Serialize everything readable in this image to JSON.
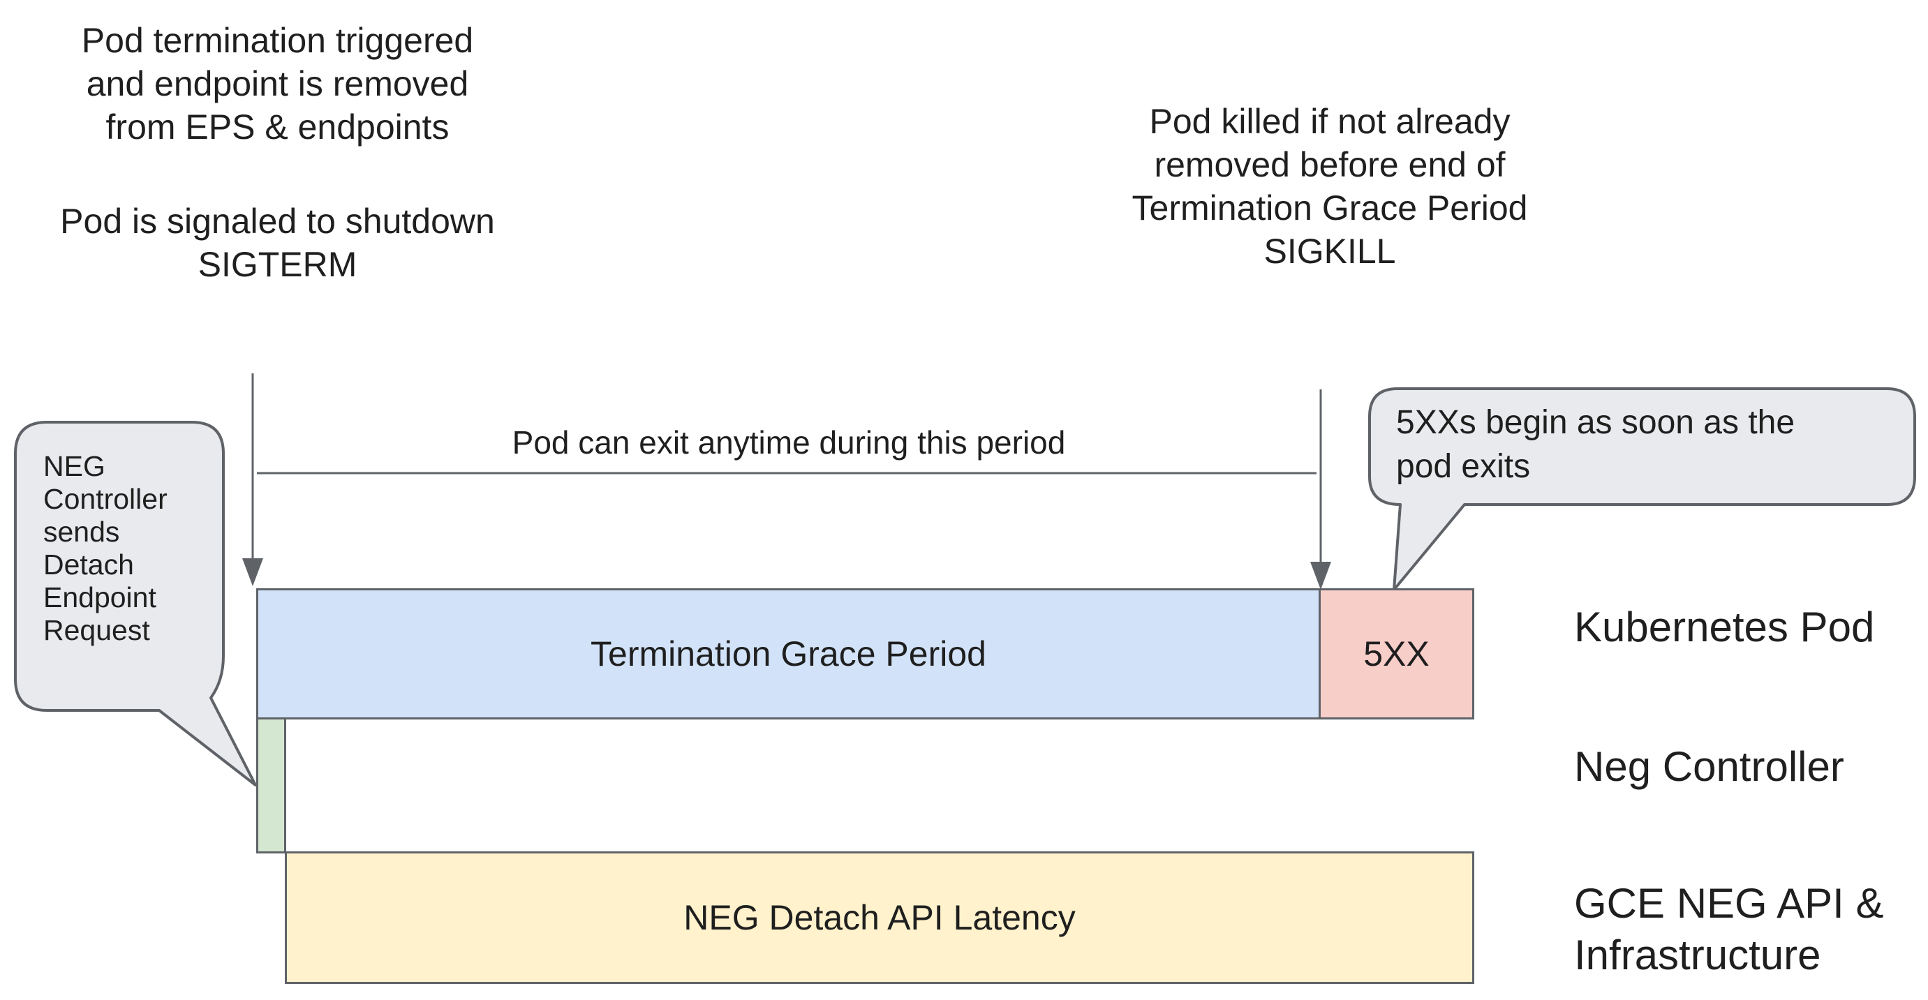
{
  "colors": {
    "grace_period_bar": "#d2e3f9",
    "error_bar": "#f8cec9",
    "detach_request_bar": "#d4e8d1",
    "detach_latency_bar": "#fff2cc",
    "callout_fill": "#e9eaee",
    "stroke": "#5f6368",
    "text": "#1f1f1f"
  },
  "notes": {
    "termination_triggered": "Pod termination triggered\nand endpoint is removed\nfrom EPS & endpoints",
    "pod_signaled": "Pod is signaled to shutdown\nSIGTERM",
    "pod_killed": "Pod killed if not already\nremoved before end of\nTermination Grace Period\nSIGKILL",
    "exit_period": "Pod can exit anytime during this period"
  },
  "callouts": {
    "neg_controller": "NEG\nController\nsends\nDetach\nEndpoint\nRequest",
    "errors_begin": "5XXs begin as soon as the\npod exits"
  },
  "bars": {
    "grace_period": "Termination Grace Period",
    "errors": "5XX",
    "detach_latency": "NEG Detach API Latency"
  },
  "rows": {
    "kubernetes_pod": "Kubernetes Pod",
    "neg_controller": "Neg Controller",
    "gce_neg": "GCE NEG API &\nInfrastructure"
  }
}
